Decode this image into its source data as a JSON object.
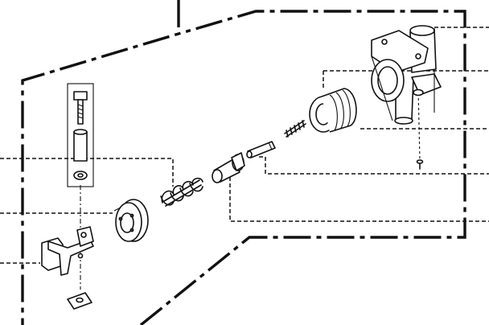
{
  "diagram": {
    "type": "exploded-parts-view",
    "line_color": "#111111",
    "background": "#ffffff",
    "parts": [
      "bolt",
      "spacer-sleeve",
      "washer",
      "bracket",
      "nut-plate",
      "bearing-disc",
      "coil-spring",
      "bushing",
      "pin",
      "small-spring",
      "bellows-boot",
      "valve-housing",
      "screw"
    ]
  }
}
